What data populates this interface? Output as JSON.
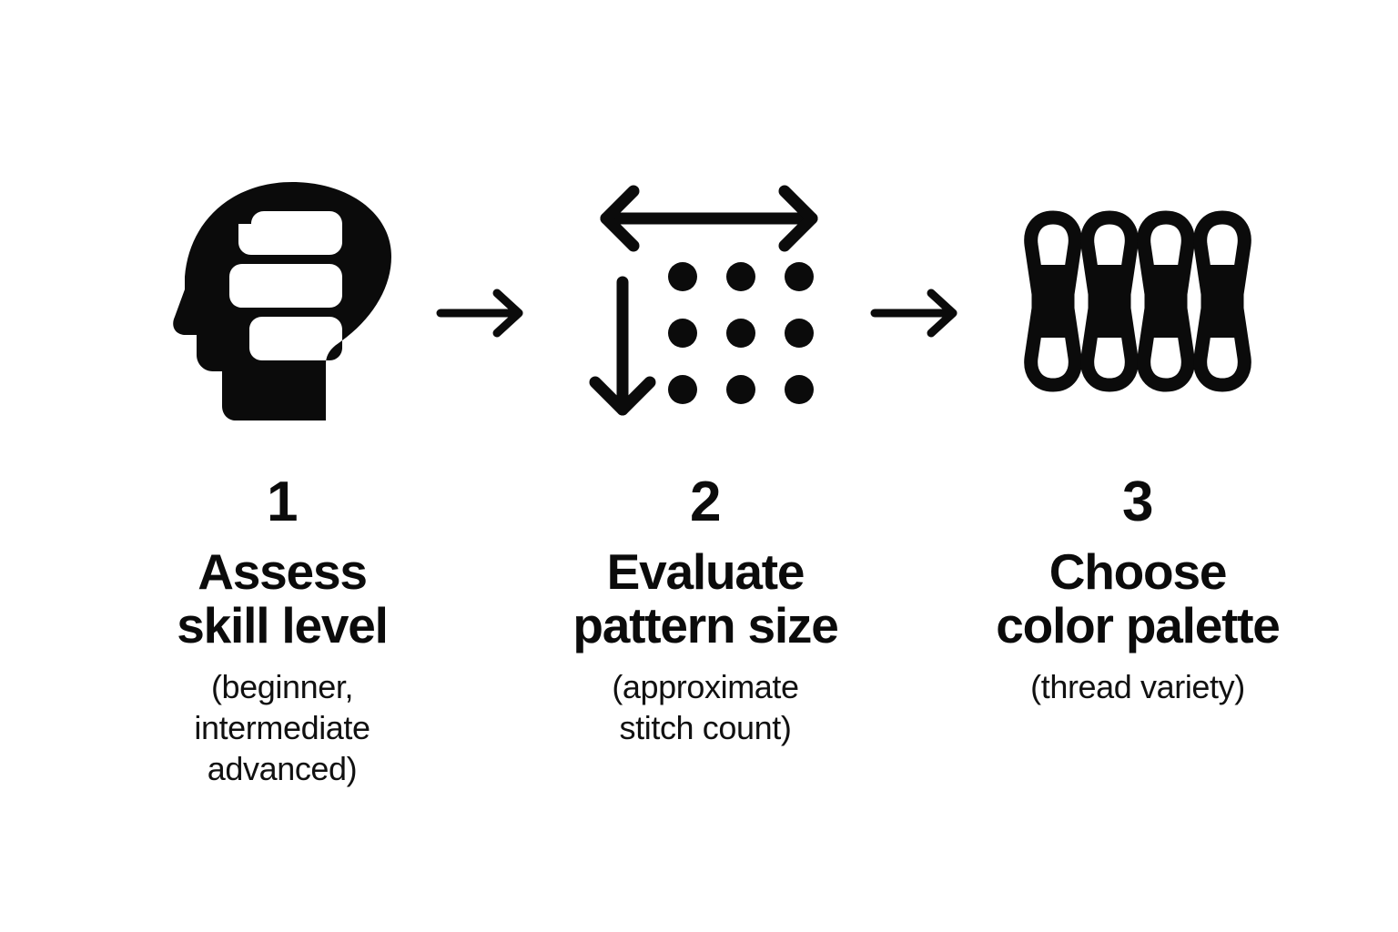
{
  "graphic": {
    "type": "3-step process infographic",
    "background_color": "#ffffff",
    "ink_color": "#0b0b0b"
  },
  "steps": [
    {
      "number": "1",
      "title": "Assess\nskill level",
      "subtitle": "(beginner,\nintermediate\nadvanced)",
      "icon": "head-profile-thinking-icon"
    },
    {
      "number": "2",
      "title": "Evaluate\npattern size",
      "subtitle": "(approximate\nstitch count)",
      "icon": "grid-dots-measure-icon"
    },
    {
      "number": "3",
      "title": "Choose\ncolor palette",
      "subtitle": "(thread variety)",
      "icon": "thread-skeins-icon"
    }
  ],
  "connectors": [
    {
      "icon": "arrow-right-icon"
    },
    {
      "icon": "arrow-right-icon"
    }
  ]
}
